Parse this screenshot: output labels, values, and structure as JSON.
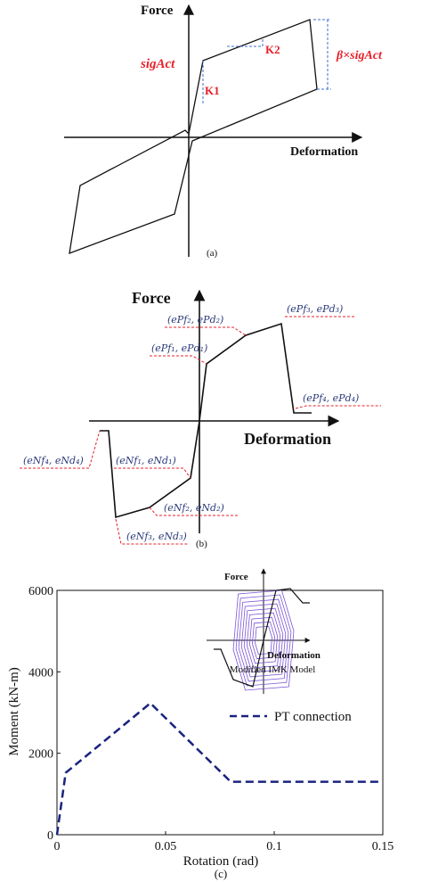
{
  "panel_a": {
    "axis_y_label": "Force",
    "axis_x_label": "Deformation",
    "label_sigact": "sigAct",
    "label_beta_sigact": "β×sigAct",
    "label_k1": "K1",
    "label_k2": "K2",
    "caption": "(a)",
    "colors": {
      "annotation": "#e8202a",
      "dashed": "#3a6fd0",
      "line": "#111111"
    }
  },
  "panel_b": {
    "axis_y_label": "Force",
    "axis_x_label": "Deformation",
    "caption": "(b)",
    "point_labels": {
      "epf2": "(ePf₂, ePd₂)",
      "epf1": "(ePf₁, ePd₁)",
      "epf3": "(ePf₃, ePd₃)",
      "epf4": "(ePf₄, ePd₄)",
      "enf4": "(eNf₄, eNd₄)",
      "enf1": "(eNf₁, eNd₁)",
      "enf2": "(eNf₂, eNd₂)",
      "enf3": "(eNf₃, eNd₃)"
    },
    "colors": {
      "label": "#2a3a7a",
      "leader": "#e8202a"
    }
  },
  "panel_c": {
    "caption": "(c)",
    "inset": {
      "force_label": "Force",
      "deformation_label": "Deformation",
      "caption": "Modified IMK Model",
      "loop_color": "#7b55d6"
    },
    "chart_data": {
      "type": "line",
      "xlabel": "Rotation (rad)",
      "ylabel": "Moment (kN-m)",
      "xlim": [
        0,
        0.15
      ],
      "ylim": [
        0,
        6000
      ],
      "x_ticks": [
        0,
        0.05,
        0.1,
        0.15
      ],
      "x_tick_labels": [
        "0",
        "0.05",
        "0.1",
        "0.15"
      ],
      "y_ticks": [
        0,
        2000,
        4000,
        6000
      ],
      "y_tick_labels": [
        "0",
        "2000",
        "4000",
        "6000"
      ],
      "legend_position": "right",
      "series": [
        {
          "name": "PT connection",
          "color": "#1a237e",
          "dash": "dashed",
          "x": [
            0,
            0.004,
            0.043,
            0.08,
            0.15
          ],
          "y": [
            0,
            1520,
            3230,
            1300,
            1300
          ]
        }
      ]
    }
  }
}
